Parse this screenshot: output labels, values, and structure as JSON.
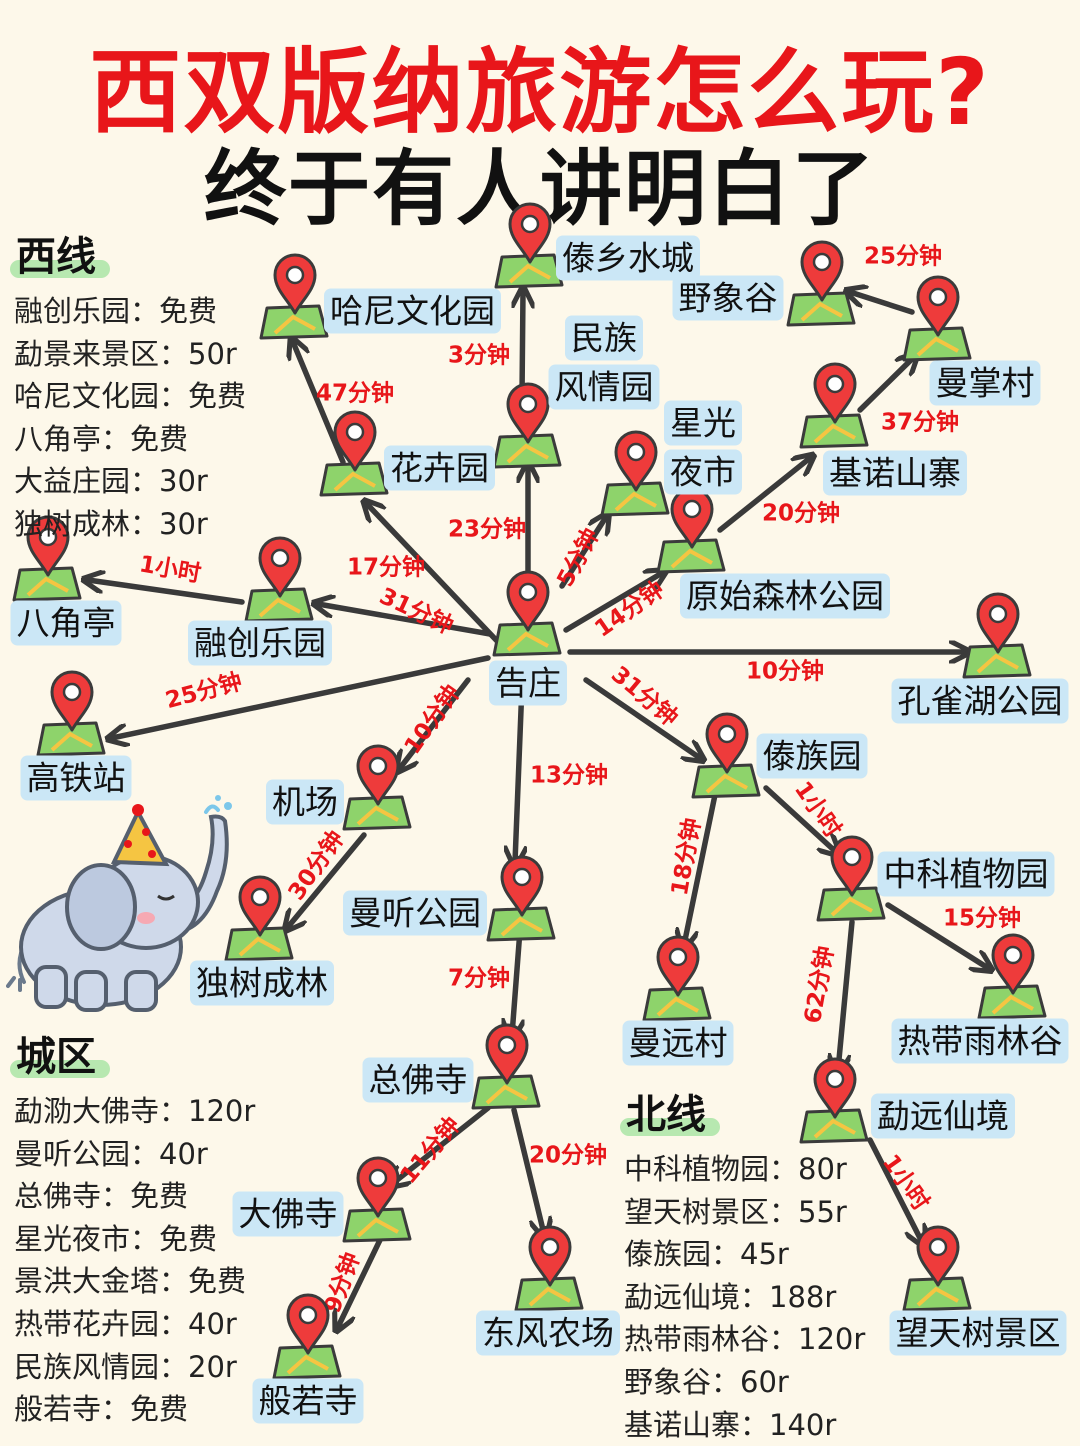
{
  "title": {
    "main": "西双版纳旅游怎么玩?",
    "sub": "终于有人讲明白了"
  },
  "colors": {
    "title": "#e8161a",
    "time_label": "#e8161a",
    "arrow": "#3a3a3a",
    "label_bg": "#cbe7f6",
    "pin_red": "#ee3b3b",
    "map_green": "#8ed36b",
    "map_yellow": "#f5c542",
    "background": "#fdf8ea",
    "highlight": "#b7e8b0"
  },
  "panels": {
    "west": {
      "heading": "西线",
      "items": [
        "融创乐园：免费",
        "勐景来景区：50r",
        "哈尼文化园：免费",
        "八角亭：免费",
        "大益庄园：30r",
        "独树成林：30r"
      ]
    },
    "city": {
      "heading": "城区",
      "items": [
        "勐泐大佛寺：120r",
        "曼听公园：40r",
        "总佛寺：免费",
        "星光夜市：免费",
        "景洪大金塔：免费",
        "热带花卉园：40r",
        "民族风情园：20r",
        "般若寺：免费"
      ]
    },
    "north": {
      "heading": "北线",
      "items": [
        "中科植物园：80r",
        "望天树景区：55r",
        "傣族园：45r",
        "勐远仙境：188r",
        "热带雨林谷：120r",
        "野象谷：60r",
        "基诺山寨：140r"
      ]
    }
  },
  "places": [
    {
      "id": "gaozhuang",
      "label": [
        "告庄"
      ],
      "icon": "map-pin-icon"
    },
    {
      "id": "daixiang",
      "label": [
        "傣乡水城"
      ],
      "icon": "map-pin-icon"
    },
    {
      "id": "hani",
      "label": [
        "哈尼文化园"
      ],
      "icon": "map-pin-icon"
    },
    {
      "id": "minzu",
      "label": [
        "民族",
        "风情园"
      ],
      "icon": "map-pin-icon"
    },
    {
      "id": "huahui",
      "label": [
        "花卉园"
      ],
      "icon": "map-pin-icon"
    },
    {
      "id": "xingguang",
      "label": [
        "星光",
        "夜市"
      ],
      "icon": "map-pin-icon"
    },
    {
      "id": "yexiang",
      "label": [
        "野象谷"
      ],
      "icon": "map-pin-icon"
    },
    {
      "id": "manzhang",
      "label": [
        "曼掌村"
      ],
      "icon": "map-pin-icon"
    },
    {
      "id": "jinuo",
      "label": [
        "基诺山寨"
      ],
      "icon": "map-pin-icon"
    },
    {
      "id": "yuanshi",
      "label": [
        "原始森林公园"
      ],
      "icon": "map-pin-icon"
    },
    {
      "id": "kongque",
      "label": [
        "孔雀湖公园"
      ],
      "icon": "map-pin-icon"
    },
    {
      "id": "bajiao",
      "label": [
        "八角亭"
      ],
      "icon": "map-pin-icon"
    },
    {
      "id": "rongchuang",
      "label": [
        "融创乐园"
      ],
      "icon": "map-pin-icon"
    },
    {
      "id": "gaotie",
      "label": [
        "高铁站"
      ],
      "icon": "map-pin-icon"
    },
    {
      "id": "jichang",
      "label": [
        "机场"
      ],
      "icon": "map-pin-icon"
    },
    {
      "id": "dushu",
      "label": [
        "独树成林"
      ],
      "icon": "map-pin-icon"
    },
    {
      "id": "manting",
      "label": [
        "曼听公园"
      ],
      "icon": "map-pin-icon"
    },
    {
      "id": "zongfo",
      "label": [
        "总佛寺"
      ],
      "icon": "map-pin-icon"
    },
    {
      "id": "dafo",
      "label": [
        "大佛寺"
      ],
      "icon": "map-pin-icon"
    },
    {
      "id": "boruo",
      "label": [
        "般若寺"
      ],
      "icon": "map-pin-icon"
    },
    {
      "id": "dongfeng",
      "label": [
        "东风农场"
      ],
      "icon": "map-pin-icon"
    },
    {
      "id": "daizu",
      "label": [
        "傣族园"
      ],
      "icon": "map-pin-icon"
    },
    {
      "id": "manyuan",
      "label": [
        "曼远村"
      ],
      "icon": "map-pin-icon"
    },
    {
      "id": "zhongke",
      "label": [
        "中科植物园"
      ],
      "icon": "map-pin-icon"
    },
    {
      "id": "redai",
      "label": [
        "热带雨林谷"
      ],
      "icon": "map-pin-icon"
    },
    {
      "id": "mengyuan",
      "label": [
        "勐远仙境"
      ],
      "icon": "map-pin-icon"
    },
    {
      "id": "wangtian",
      "label": [
        "望天树景区"
      ],
      "icon": "map-pin-icon"
    }
  ],
  "routes": [
    {
      "from": "gaozhuang",
      "to": "huahui",
      "time": "17分钟"
    },
    {
      "from": "huahui",
      "to": "hani",
      "time": "47分钟"
    },
    {
      "from": "gaozhuang",
      "to": "minzu",
      "time": "23分钟"
    },
    {
      "from": "minzu",
      "to": "daixiang",
      "time": "3分钟"
    },
    {
      "from": "gaozhuang",
      "to": "xingguang",
      "time": "5分钟"
    },
    {
      "from": "gaozhuang",
      "to": "yuanshi",
      "time": "14分钟"
    },
    {
      "from": "yuanshi",
      "to": "jinuo",
      "time": "20分钟"
    },
    {
      "from": "jinuo",
      "to": "manzhang",
      "time": "37分钟"
    },
    {
      "from": "manzhang",
      "to": "yexiang",
      "time": "25分钟"
    },
    {
      "from": "gaozhuang",
      "to": "kongque",
      "time": "10分钟"
    },
    {
      "from": "gaozhuang",
      "to": "rongchuang",
      "time": "31分钟"
    },
    {
      "from": "rongchuang",
      "to": "bajiao",
      "time": "1小时"
    },
    {
      "from": "gaozhuang",
      "to": "gaotie",
      "time": "25分钟"
    },
    {
      "from": "gaozhuang",
      "to": "jichang",
      "time": "10分钟"
    },
    {
      "from": "jichang",
      "to": "dushu",
      "time": "30分钟"
    },
    {
      "from": "gaozhuang",
      "to": "manting",
      "time": "13分钟"
    },
    {
      "from": "manting",
      "to": "zongfo",
      "time": "7分钟"
    },
    {
      "from": "zongfo",
      "to": "dafo",
      "time": "11分钟"
    },
    {
      "from": "dafo",
      "to": "boruo",
      "time": "9分钟"
    },
    {
      "from": "zongfo",
      "to": "dongfeng",
      "time": "20分钟"
    },
    {
      "from": "gaozhuang",
      "to": "daizu",
      "time": "31分钟"
    },
    {
      "from": "daizu",
      "to": "manyuan",
      "time": "18分钟"
    },
    {
      "from": "daizu",
      "to": "zhongke",
      "time": "1小时"
    },
    {
      "from": "zhongke",
      "to": "redai",
      "time": "15分钟"
    },
    {
      "from": "zhongke",
      "to": "mengyuan",
      "time": "62分钟"
    },
    {
      "from": "mengyuan",
      "to": "wangtian",
      "time": "1小时"
    }
  ],
  "decoration": {
    "icon": "elephant-party-hat-icon"
  }
}
